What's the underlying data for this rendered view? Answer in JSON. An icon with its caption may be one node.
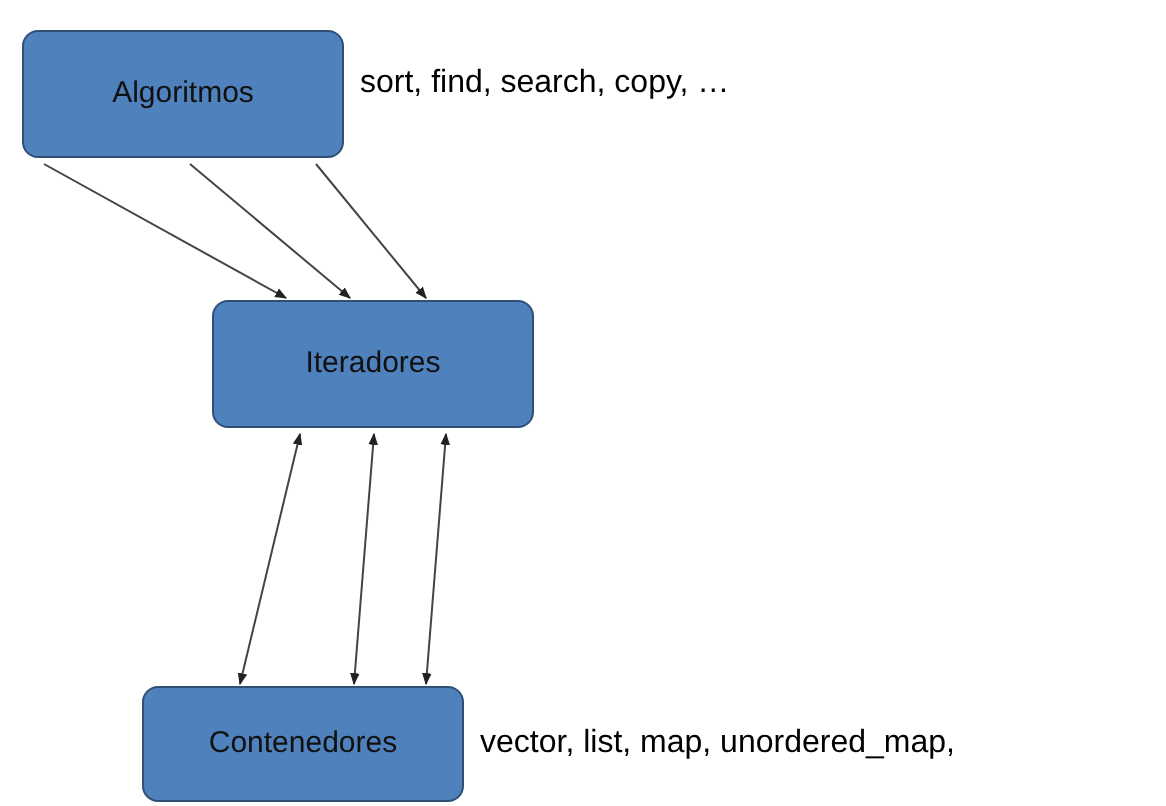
{
  "diagram": {
    "nodes": [
      {
        "text": [
          "Algoritmos"
        ],
        "beside": [
          "sort, find, search, copy, …"
        ]
      },
      {
        "text": [
          "Iteradores"
        ]
      },
      {
        "text": [
          "Contenedores"
        ],
        "beside": [
          "vector, list, map, unordered_map,"
        ]
      }
    ],
    "edges": [
      {
        "from": 0,
        "to": 1,
        "arrow": "to"
      },
      {
        "from": 0,
        "to": 1,
        "arrow": "to"
      },
      {
        "from": 0,
        "to": 1,
        "arrow": "to"
      },
      {
        "from": 1,
        "to": 2,
        "arrow": "both"
      },
      {
        "from": 1,
        "to": 2,
        "arrow": "both"
      },
      {
        "from": 1,
        "to": 2,
        "arrow": "both"
      }
    ]
  }
}
